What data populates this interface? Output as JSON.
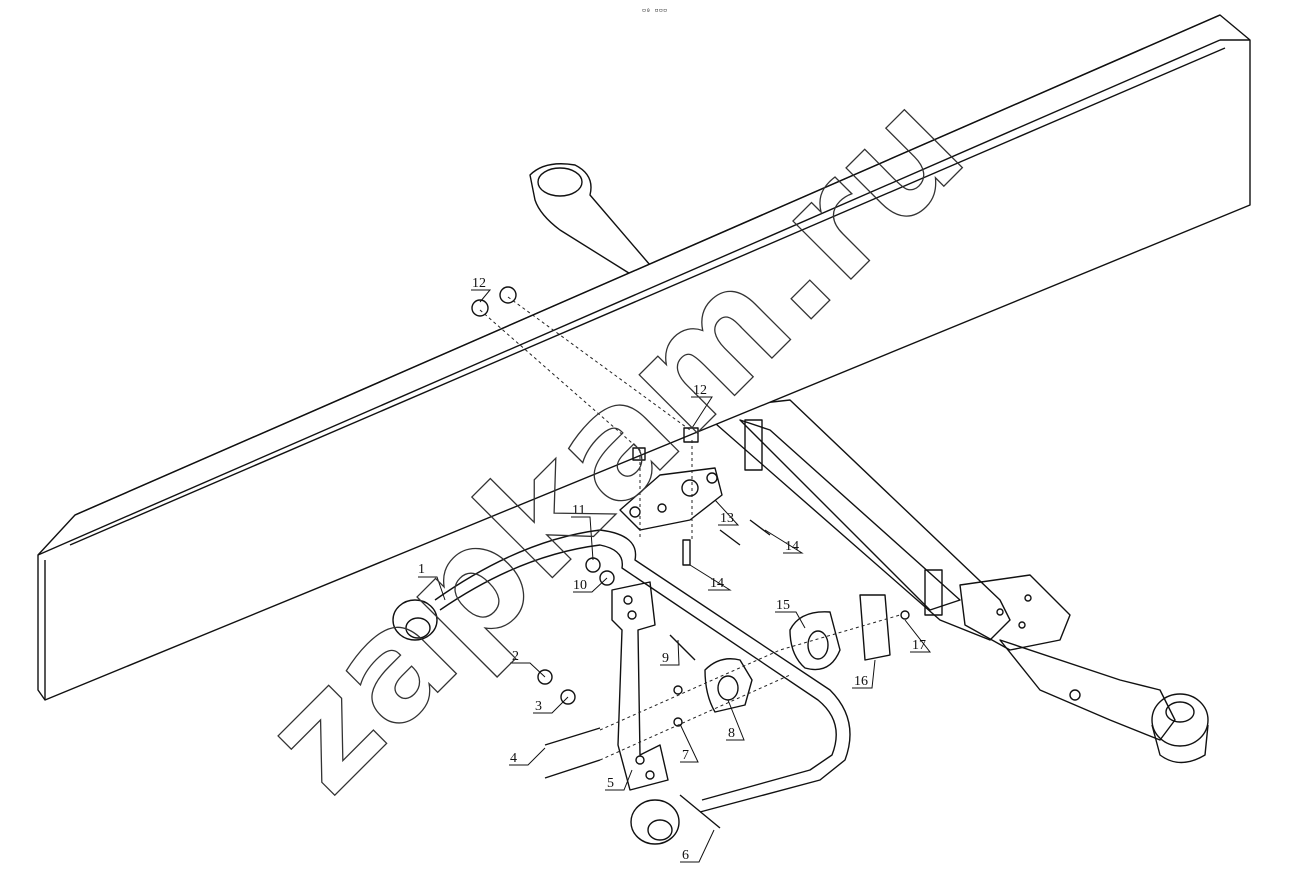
{
  "header": {
    "mark": "▫₀ ▫▫▫"
  },
  "watermark": {
    "text": "zapkam.ru"
  },
  "callouts": [
    {
      "id": "c1",
      "label": "1"
    },
    {
      "id": "c2",
      "label": "2"
    },
    {
      "id": "c3",
      "label": "3"
    },
    {
      "id": "c4",
      "label": "4"
    },
    {
      "id": "c5",
      "label": "5"
    },
    {
      "id": "c6",
      "label": "6"
    },
    {
      "id": "c7",
      "label": "7"
    },
    {
      "id": "c8",
      "label": "8"
    },
    {
      "id": "c9",
      "label": "9"
    },
    {
      "id": "c10",
      "label": "10"
    },
    {
      "id": "c11",
      "label": "11"
    },
    {
      "id": "c12a",
      "label": "12"
    },
    {
      "id": "c12b",
      "label": "12"
    },
    {
      "id": "c13",
      "label": "13"
    },
    {
      "id": "c14a",
      "label": "14"
    },
    {
      "id": "c14b",
      "label": "14"
    },
    {
      "id": "c15",
      "label": "15"
    },
    {
      "id": "c16",
      "label": "16"
    },
    {
      "id": "c17",
      "label": "17"
    }
  ]
}
